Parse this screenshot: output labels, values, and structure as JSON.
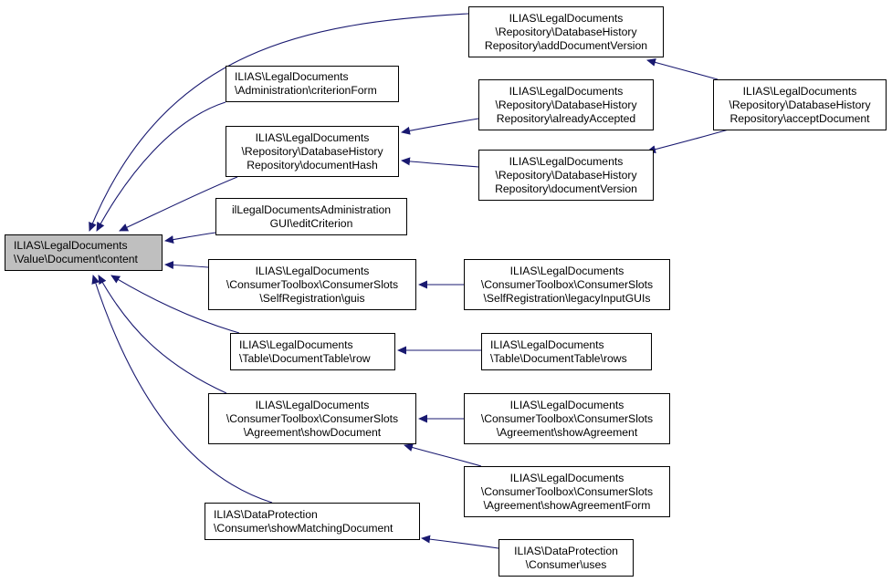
{
  "graph": {
    "type": "call-graph",
    "edge_color": "#191970",
    "root_fill": "#bfbfbf",
    "nodes": [
      {
        "id": "content",
        "lines": [
          "ILIAS\\LegalDocuments",
          "\\Value\\Document\\content"
        ],
        "root": true
      },
      {
        "id": "addDocumentVersion",
        "lines": [
          "ILIAS\\LegalDocuments",
          "\\Repository\\DatabaseHistory",
          "Repository\\addDocumentVersion"
        ]
      },
      {
        "id": "criterionForm",
        "lines": [
          "ILIAS\\LegalDocuments",
          "\\Administration\\criterionForm"
        ]
      },
      {
        "id": "documentHash",
        "lines": [
          "ILIAS\\LegalDocuments",
          "\\Repository\\DatabaseHistory",
          "Repository\\documentHash"
        ]
      },
      {
        "id": "alreadyAccepted",
        "lines": [
          "ILIAS\\LegalDocuments",
          "\\Repository\\DatabaseHistory",
          "Repository\\alreadyAccepted"
        ]
      },
      {
        "id": "documentVersion",
        "lines": [
          "ILIAS\\LegalDocuments",
          "\\Repository\\DatabaseHistory",
          "Repository\\documentVersion"
        ]
      },
      {
        "id": "acceptDocument",
        "lines": [
          "ILIAS\\LegalDocuments",
          "\\Repository\\DatabaseHistory",
          "Repository\\acceptDocument"
        ]
      },
      {
        "id": "editCriterion",
        "lines": [
          "ilLegalDocumentsAdministration",
          "GUI\\editCriterion"
        ]
      },
      {
        "id": "guis",
        "lines": [
          "ILIAS\\LegalDocuments",
          "\\ConsumerToolbox\\ConsumerSlots",
          "\\SelfRegistration\\guis"
        ]
      },
      {
        "id": "legacyInputGUIs",
        "lines": [
          "ILIAS\\LegalDocuments",
          "\\ConsumerToolbox\\ConsumerSlots",
          "\\SelfRegistration\\legacyInputGUIs"
        ]
      },
      {
        "id": "row",
        "lines": [
          "ILIAS\\LegalDocuments",
          "\\Table\\DocumentTable\\row"
        ]
      },
      {
        "id": "rows",
        "lines": [
          "ILIAS\\LegalDocuments",
          "\\Table\\DocumentTable\\rows"
        ]
      },
      {
        "id": "showDocument",
        "lines": [
          "ILIAS\\LegalDocuments",
          "\\ConsumerToolbox\\ConsumerSlots",
          "\\Agreement\\showDocument"
        ]
      },
      {
        "id": "showAgreement",
        "lines": [
          "ILIAS\\LegalDocuments",
          "\\ConsumerToolbox\\ConsumerSlots",
          "\\Agreement\\showAgreement"
        ]
      },
      {
        "id": "showAgreementForm",
        "lines": [
          "ILIAS\\LegalDocuments",
          "\\ConsumerToolbox\\ConsumerSlots",
          "\\Agreement\\showAgreementForm"
        ]
      },
      {
        "id": "showMatchingDocument",
        "lines": [
          "ILIAS\\DataProtection",
          "\\Consumer\\showMatchingDocument"
        ]
      },
      {
        "id": "uses",
        "lines": [
          "ILIAS\\DataProtection",
          "\\Consumer\\uses"
        ]
      }
    ],
    "edges": [
      {
        "from": "addDocumentVersion",
        "to": "content"
      },
      {
        "from": "criterionForm",
        "to": "content"
      },
      {
        "from": "documentHash",
        "to": "content"
      },
      {
        "from": "editCriterion",
        "to": "content"
      },
      {
        "from": "guis",
        "to": "content"
      },
      {
        "from": "row",
        "to": "content"
      },
      {
        "from": "showDocument",
        "to": "content"
      },
      {
        "from": "showMatchingDocument",
        "to": "content"
      },
      {
        "from": "acceptDocument",
        "to": "addDocumentVersion"
      },
      {
        "from": "alreadyAccepted",
        "to": "documentHash"
      },
      {
        "from": "documentVersion",
        "to": "documentHash"
      },
      {
        "from": "acceptDocument",
        "to": "documentVersion"
      },
      {
        "from": "legacyInputGUIs",
        "to": "guis"
      },
      {
        "from": "rows",
        "to": "row"
      },
      {
        "from": "showAgreement",
        "to": "showDocument"
      },
      {
        "from": "showAgreementForm",
        "to": "showDocument"
      },
      {
        "from": "uses",
        "to": "showMatchingDocument"
      }
    ]
  }
}
